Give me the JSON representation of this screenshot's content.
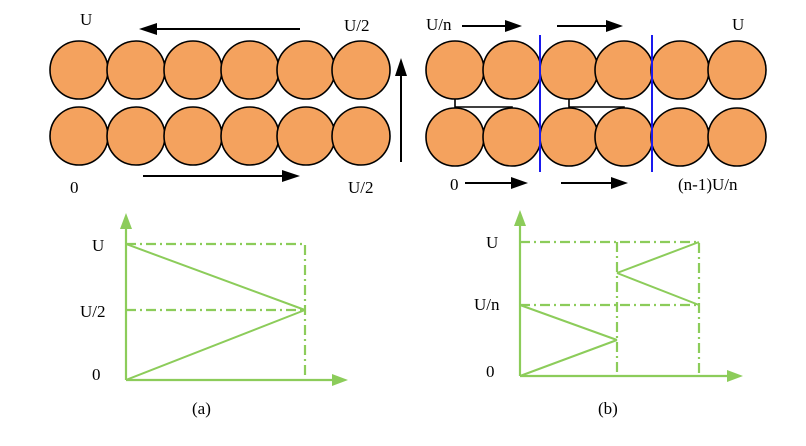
{
  "diagram_a": {
    "top_left_label": "U",
    "top_right_label": "U/2",
    "bottom_left_label": "0",
    "bottom_right_label": "U/2"
  },
  "diagram_b": {
    "top_left_label": "U/n",
    "top_right_label": "U",
    "bottom_left_label": "0",
    "bottom_right_label": "(n-1)U/n"
  },
  "graph_a": {
    "y_label_top": "U",
    "y_label_mid": "U/2",
    "y_label_origin": "0",
    "caption": "(a)"
  },
  "graph_b": {
    "y_label_top": "U",
    "y_label_mid": "U/n",
    "y_label_origin": "0",
    "caption": "(b)"
  },
  "colors": {
    "cell_fill": "#f4a25e",
    "cell_stroke": "#000000",
    "arrow": "#000000",
    "guide_line": "#1a1aee",
    "graph_line": "#8ccc5a"
  }
}
